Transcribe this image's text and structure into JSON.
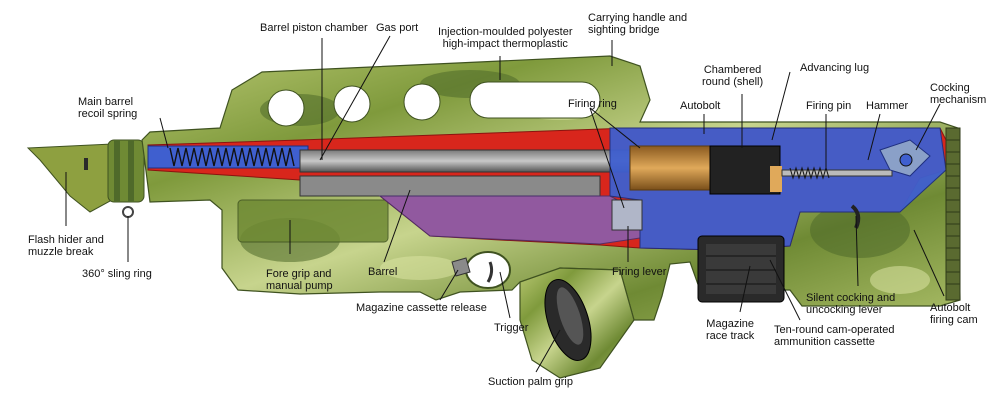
{
  "labels": {
    "barrel_piston_chamber": [
      "Barrel piston chamber"
    ],
    "gas_port": [
      "Gas port"
    ],
    "injection_moulded": [
      "Injection-moulded polyester",
      "high-impact thermoplastic"
    ],
    "carrying_handle": [
      "Carrying handle and",
      "sighting bridge"
    ],
    "chambered_round": [
      "Chambered",
      "round (shell)"
    ],
    "advancing_lug": [
      "Advancing lug"
    ],
    "main_barrel_spring": [
      "Main barrel",
      "recoil spring"
    ],
    "firing_ring": [
      "Firing ring"
    ],
    "autobolt": [
      "Autobolt"
    ],
    "firing_pin": [
      "Firing pin"
    ],
    "hammer": [
      "Hammer"
    ],
    "cocking_mechanism": [
      "Cocking",
      "mechanism"
    ],
    "flash_hider": [
      "Flash hider and",
      "muzzle break"
    ],
    "sling_ring": [
      "360° sling ring"
    ],
    "fore_grip": [
      "Fore grip and",
      "manual pump"
    ],
    "barrel": [
      "Barrel"
    ],
    "firing_lever": [
      "Firing lever"
    ],
    "magazine_release": [
      "Magazine cassette release"
    ],
    "trigger": [
      "Trigger"
    ],
    "suction_grip": [
      "Suction palm grip"
    ],
    "magazine_race_track": [
      "Magazine",
      "race track"
    ],
    "ten_round_cassette": [
      "Ten-round cam-operated",
      "ammunition cassette"
    ],
    "silent_cocking": [
      "Silent cocking and",
      "uncocking lever"
    ],
    "autobolt_firing_cam": [
      "Autobolt",
      "firing cam"
    ]
  },
  "colors": {
    "camo_light": "#c9d68a",
    "camo_mid": "#93a94a",
    "camo_dark": "#4f6a2a",
    "red": "#d8261c",
    "blue": "#3f5fcf",
    "purple": "#8a5fae",
    "brass": "#c08a3a",
    "dark": "#2a2a2a"
  }
}
